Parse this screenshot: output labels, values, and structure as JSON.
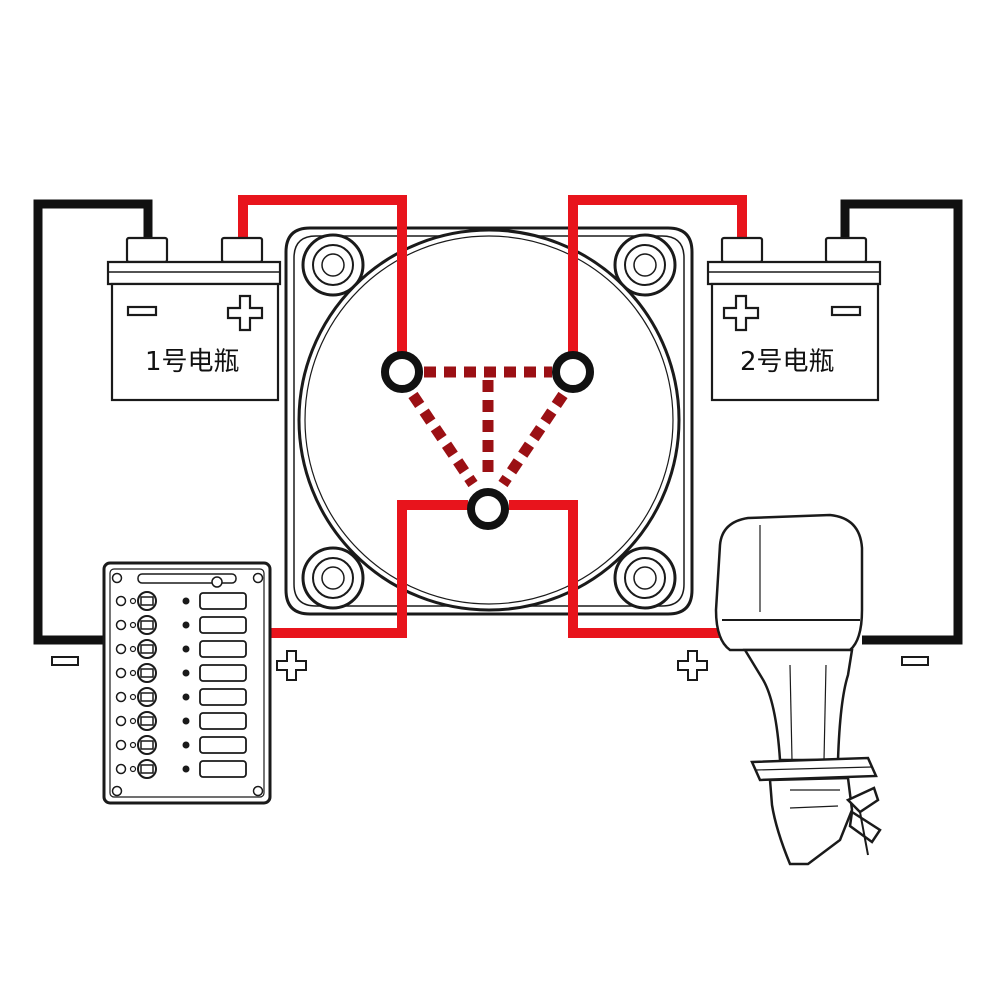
{
  "battery1": {
    "label": "1号电瓶",
    "minus_symbol": "minus-icon",
    "plus_symbol": "plus-icon"
  },
  "battery2": {
    "label": "2号电瓶",
    "minus_symbol": "minus-icon",
    "plus_symbol": "plus-icon"
  },
  "switch_panel": {
    "rows": 8,
    "icon": "breaker-panel-icon"
  },
  "battery_switch": {
    "icon": "battery-selector-switch-icon"
  },
  "outboard_motor": {
    "icon": "outboard-motor-icon"
  },
  "colors": {
    "positive_wire": "#e8141c",
    "negative_wire": "#111111",
    "internal_link": "#9b1014",
    "outline": "#1a1a1a"
  }
}
